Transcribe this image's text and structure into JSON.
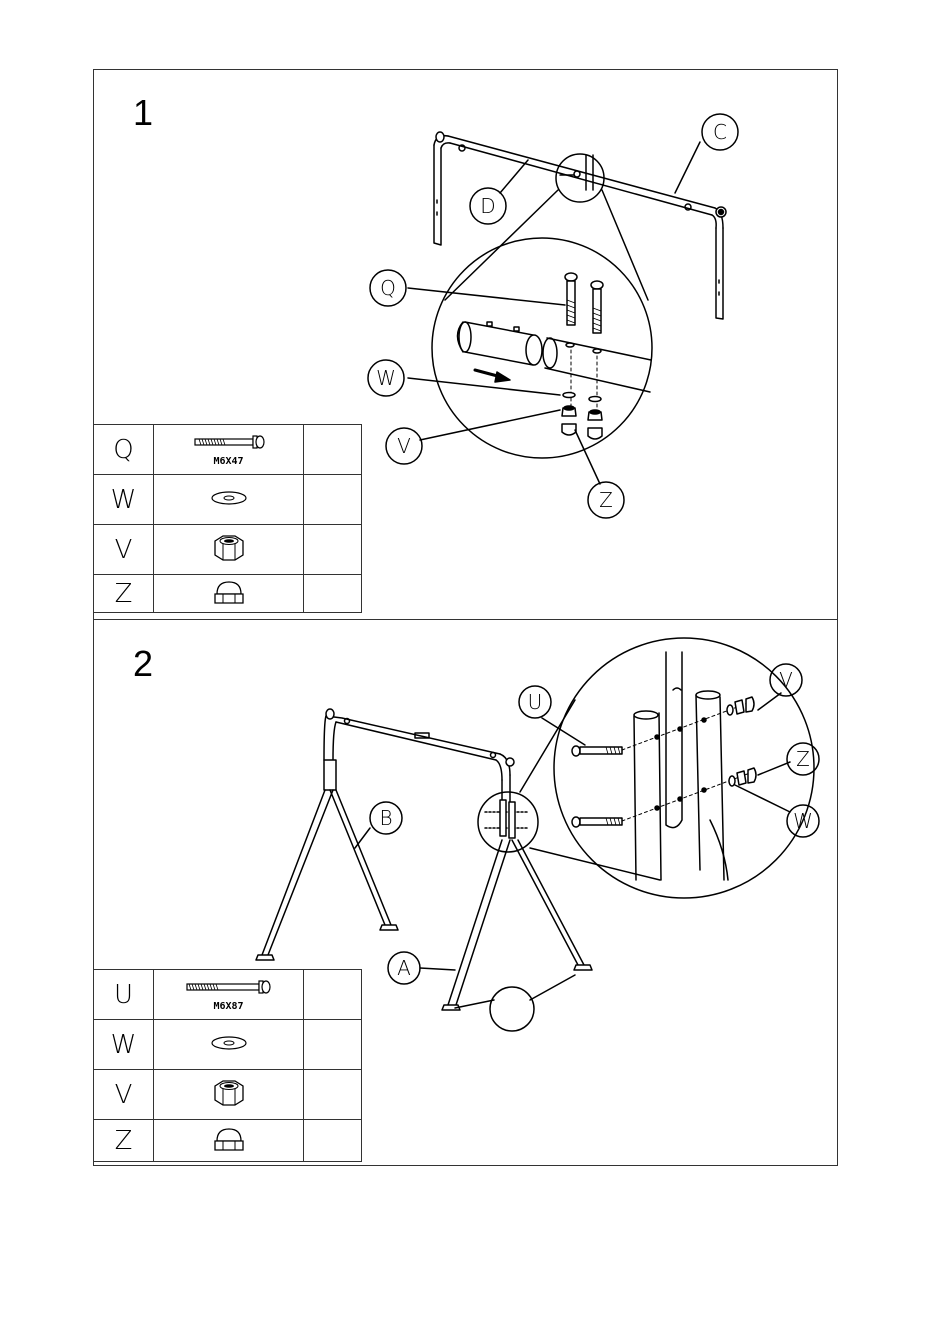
{
  "steps": [
    {
      "number": "1",
      "callouts": {
        "c": "C",
        "d": "D",
        "q": "Q",
        "w": "W",
        "v": "V",
        "z": "Z"
      },
      "parts": [
        {
          "letter": "Q",
          "icon": "bolt-icon",
          "size": "M6X47"
        },
        {
          "letter": "W",
          "icon": "washer-icon",
          "size": ""
        },
        {
          "letter": "V",
          "icon": "hex-nut-icon",
          "size": ""
        },
        {
          "letter": "Z",
          "icon": "cap-nut-icon",
          "size": ""
        }
      ]
    },
    {
      "number": "2",
      "callouts": {
        "u": "U",
        "v": "V",
        "z": "Z",
        "w": "W",
        "b": "B",
        "a": "A"
      },
      "parts": [
        {
          "letter": "U",
          "icon": "bolt-icon",
          "size": "M6X87"
        },
        {
          "letter": "W",
          "icon": "washer-icon",
          "size": ""
        },
        {
          "letter": "V",
          "icon": "hex-nut-icon",
          "size": ""
        },
        {
          "letter": "Z",
          "icon": "cap-nut-icon",
          "size": ""
        }
      ]
    }
  ]
}
